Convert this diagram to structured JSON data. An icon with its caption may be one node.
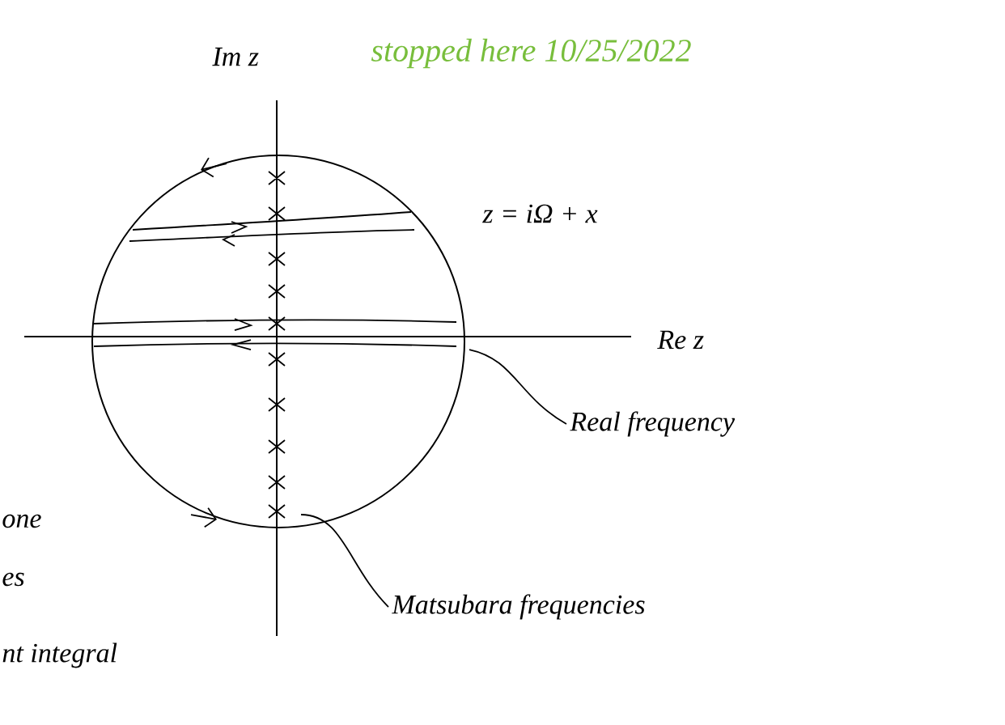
{
  "diagram": {
    "nodes": [
      {
        "text": [
          "Real frequency"
        ]
      },
      {
        "text": [
          "Matsubara frequencies"
        ]
      }
    ],
    "edges": [
      {
        "from": 0,
        "to": null,
        "arrow": "none"
      },
      {
        "from": 1,
        "to": null,
        "arrow": "none"
      }
    ],
    "labels": [
      "Im z",
      "stopped here 10/25/2022",
      "z = iΩ + x",
      "Re z",
      "one",
      "es",
      "nt integral"
    ]
  }
}
